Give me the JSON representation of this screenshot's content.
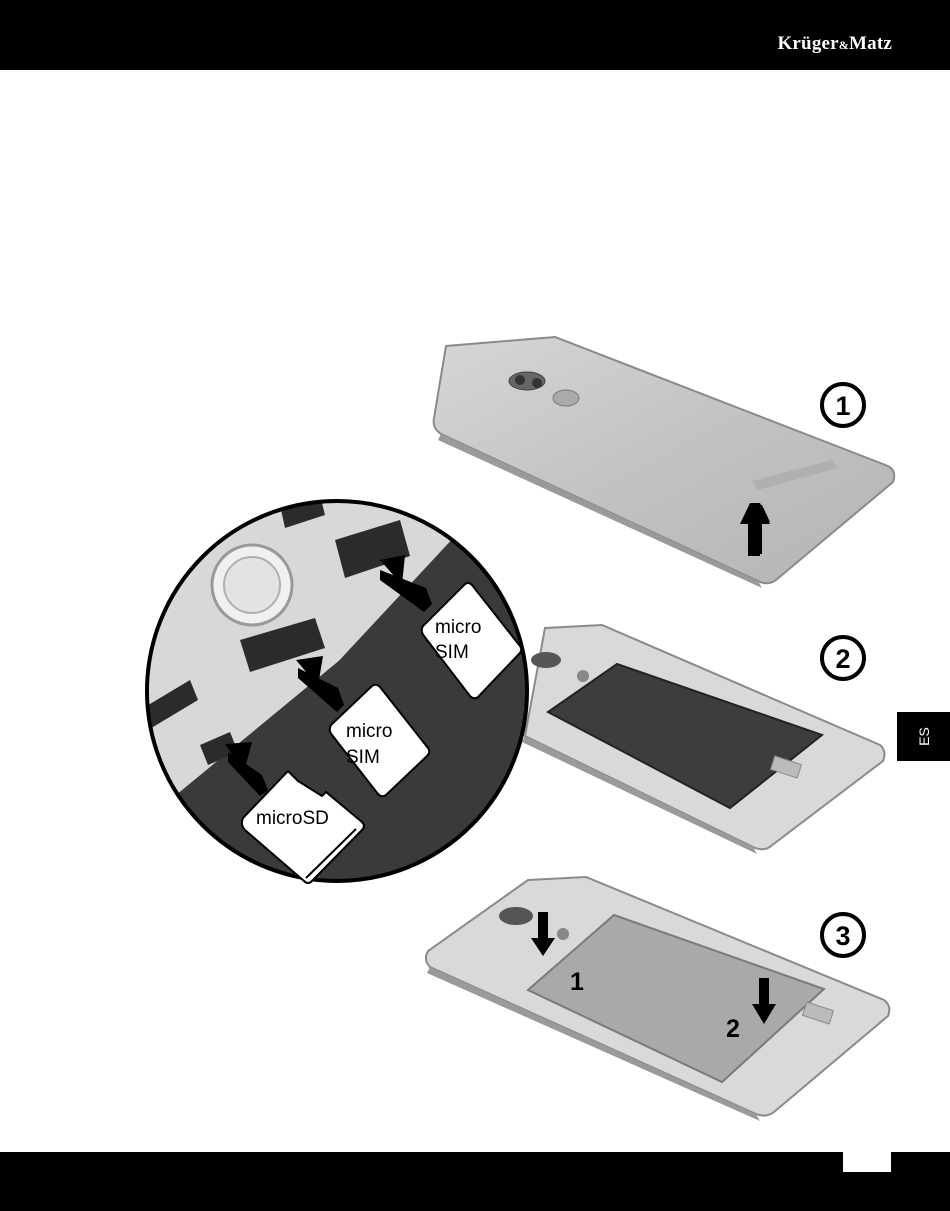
{
  "header": {
    "brand_part1": "Krüger",
    "brand_amp": "&",
    "brand_part2": "Matz"
  },
  "side_tab": {
    "label": "ES"
  },
  "steps": [
    {
      "number": "1"
    },
    {
      "number": "2"
    },
    {
      "number": "3"
    }
  ],
  "card_labels": {
    "sim_top_line1": "micro",
    "sim_top_line2": "SIM",
    "sim_mid_line1": "micro",
    "sim_mid_line2": "SIM",
    "sd": "microSD"
  },
  "battery_arrows": {
    "first": "1",
    "second": "2"
  },
  "colors": {
    "bar": "#000000",
    "phone_body": "#c4c4c4",
    "battery": "#3d3d3d",
    "circle_bg": "#3a3a3a"
  }
}
